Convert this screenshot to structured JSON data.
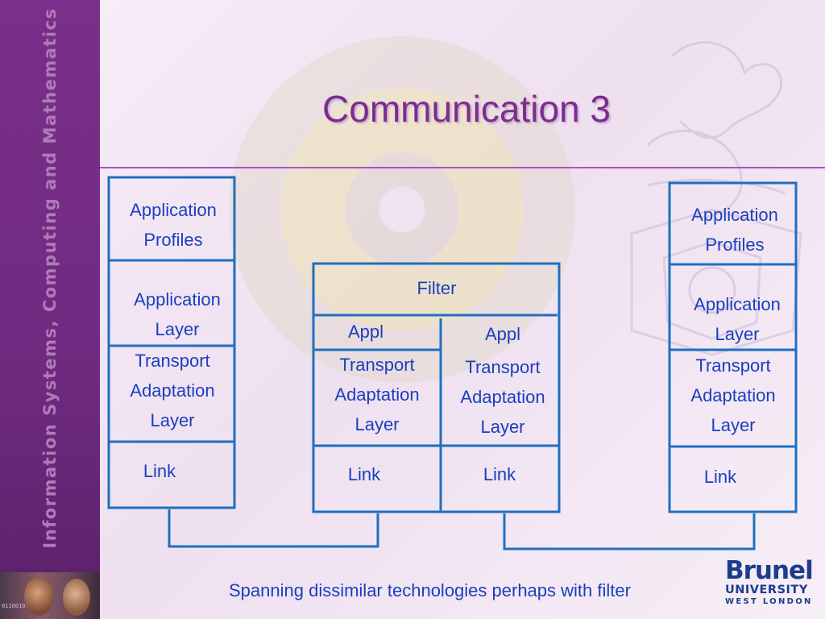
{
  "slide": {
    "title": "Communication 3",
    "caption": "Spanning dissimilar technologies perhaps with filter",
    "sidebar_text": "Information Systems, Computing and Mathematics"
  },
  "logo": {
    "name": "Brunel",
    "line2": "UNIVERSITY",
    "line3": "WEST LONDON"
  },
  "stacks": {
    "left": {
      "profiles": [
        "Application",
        "Profiles"
      ],
      "app_layer": [
        "Application",
        "Layer"
      ],
      "transport": [
        "Transport",
        "Adaptation",
        "Layer"
      ],
      "link": "Link"
    },
    "right": {
      "profiles": [
        "Application",
        "Profiles"
      ],
      "app_layer": [
        "Application",
        "Layer"
      ],
      "transport": [
        "Transport",
        "Adaptation",
        "Layer"
      ],
      "link": "Link"
    },
    "bridge": {
      "filter": "Filter",
      "appl_left": "Appl",
      "appl_right": "Appl",
      "transport_left": [
        "Transport",
        "Adaptation",
        "Layer"
      ],
      "transport_right": [
        "Transport",
        "Adaptation",
        "Layer"
      ],
      "link_left": "Link",
      "link_right": "Link"
    }
  },
  "colors": {
    "accent": "#7b2d8e",
    "line": "#1e6fc0",
    "text": "#1a3fbf"
  }
}
